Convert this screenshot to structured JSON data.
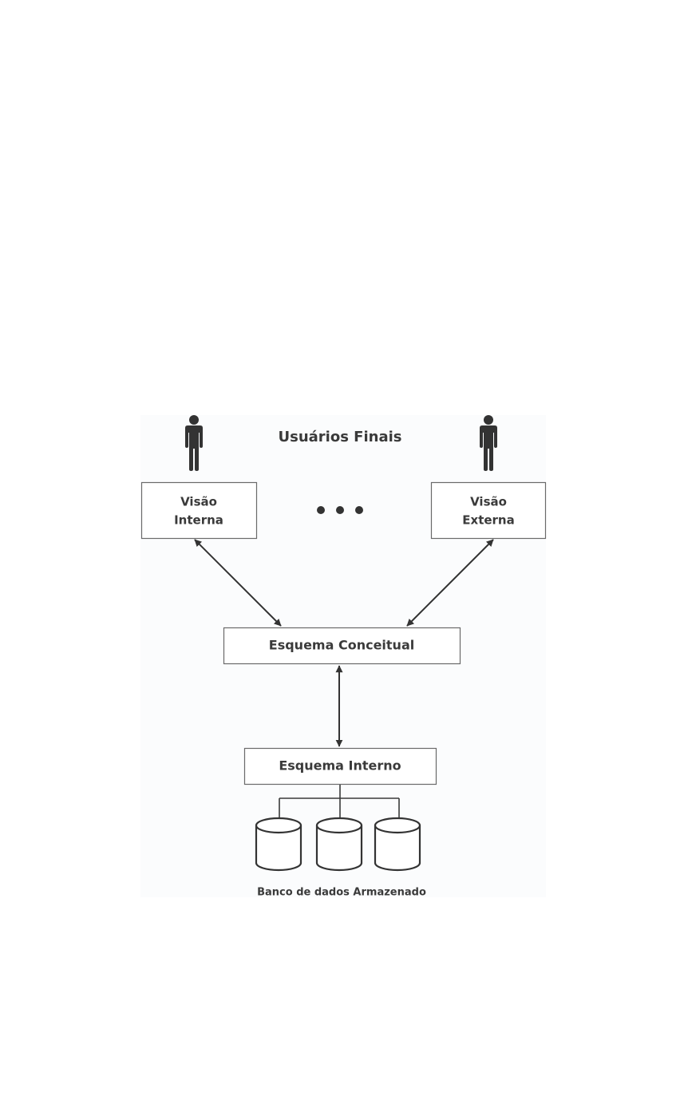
{
  "diagram": {
    "title": "Usuários Finais",
    "external_views": [
      {
        "line1": "Visão",
        "line2": "Interna",
        "icon": "person-icon"
      },
      {
        "line1": "Visão",
        "line2": "Externa",
        "icon": "person-icon"
      }
    ],
    "ellipsis": "• • •",
    "conceptual_schema": "Esquema Conceitual",
    "internal_schema": "Esquema Interno",
    "storage_label": "Banco de dados Armazenado",
    "storage_count": 3,
    "colors": {
      "panel_bg": "#fbfcfd",
      "stroke": "#333333",
      "box_border": "#6a6a6a",
      "text": "#3a3a3a"
    }
  }
}
